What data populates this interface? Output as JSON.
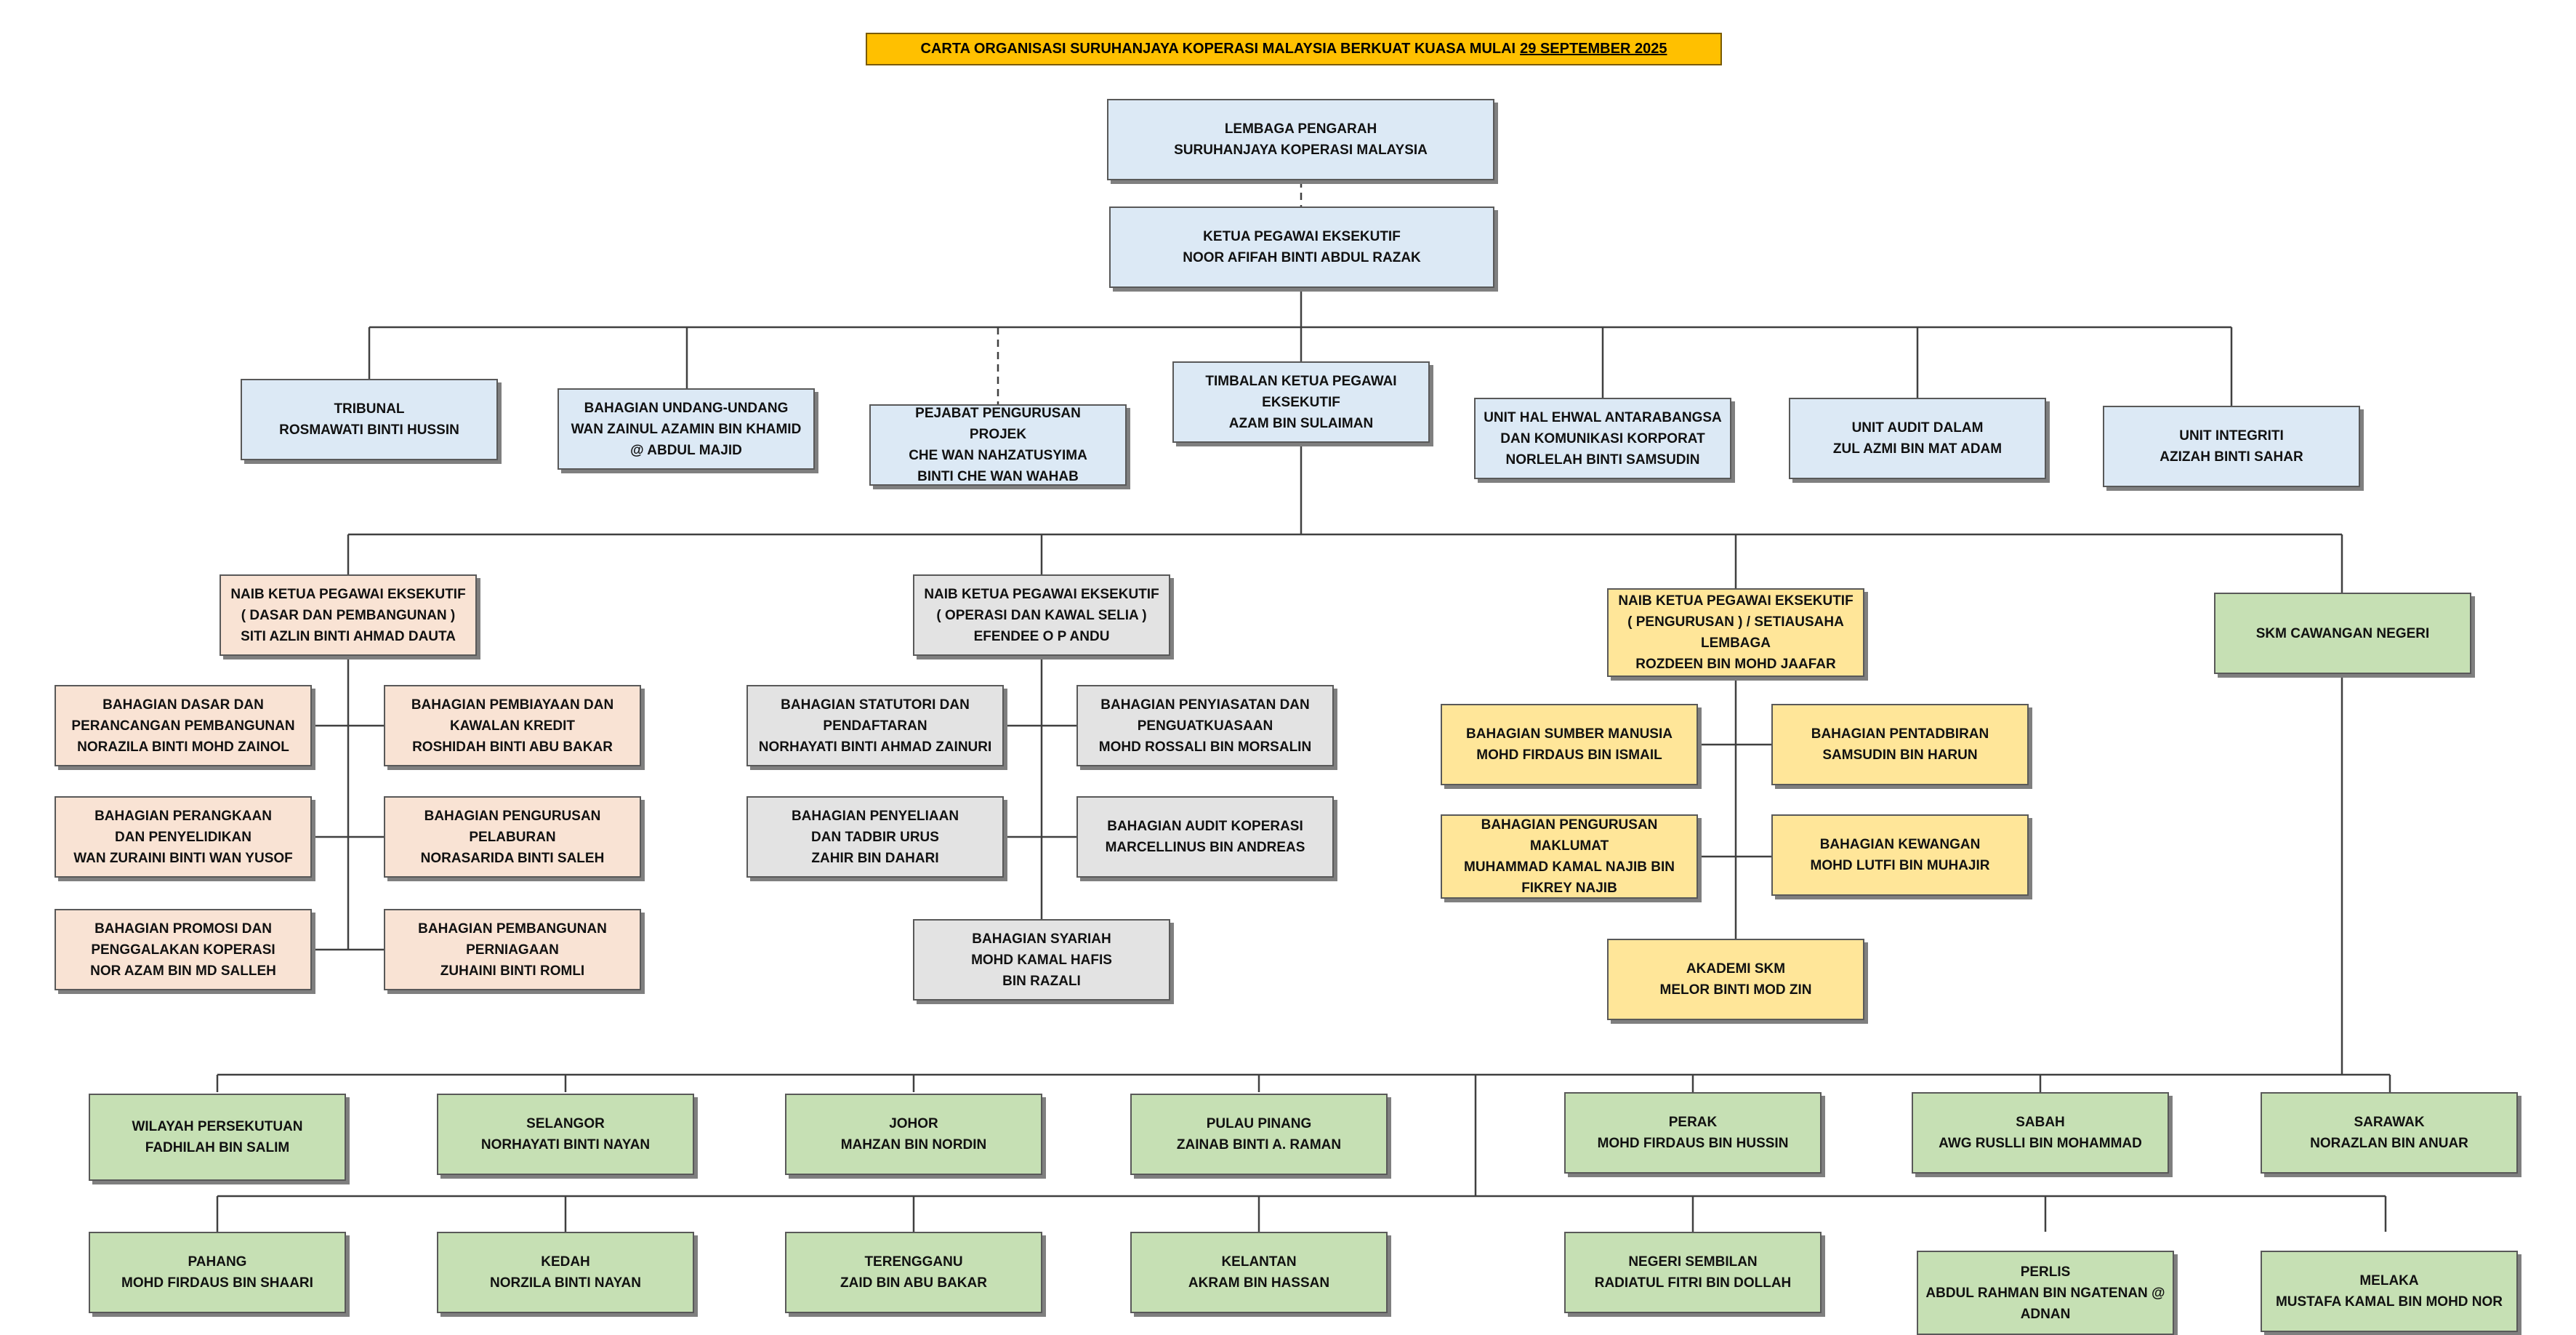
{
  "title": {
    "prefix": "CARTA ORGANISASI  SURUHANJAYA KOPERASI MALAYSIA BERKUAT KUASA MULAI",
    "date": "29 SEPTEMBER 2025"
  },
  "colors": {
    "title_fill": "#ffc000",
    "top_management": "#dce9f5",
    "dasar_pembangunan": "#f9e3d4",
    "operasi_kawal_selia": "#e3e3e3",
    "pengurusan": "#ffe699",
    "cawangan_negeri": "#c6e0b4"
  },
  "nodes": {
    "lembaga": [
      "LEMBAGA PENGARAH",
      "SURUHANJAYA KOPERASI MALAYSIA"
    ],
    "ceo": [
      "KETUA PEGAWAI EKSEKUTIF",
      "NOOR AFIFAH BINTI ABDUL RAZAK"
    ],
    "tribunal": [
      "TRIBUNAL",
      "ROSMAWATI BINTI HUSSIN"
    ],
    "undang": [
      "BAHAGIAN UNDANG-UNDANG",
      "WAN ZAINUL AZAMIN BIN KHAMID",
      "@ ABDUL MAJID"
    ],
    "projek": [
      "PEJABAT PENGURUSAN",
      "PROJEK",
      "CHE WAN NAHZATUSYIMA",
      "BINTI CHE WAN WAHAB"
    ],
    "timbalan": [
      "TIMBALAN KETUA PEGAWAI",
      "EKSEKUTIF",
      "AZAM BIN SULAIMAN"
    ],
    "ehwal": [
      "UNIT HAL EHWAL ANTARABANGSA",
      "DAN KOMUNIKASI KORPORAT",
      "NORLELAH BINTI SAMSUDIN"
    ],
    "audit_dalam": [
      "UNIT AUDIT DALAM",
      "ZUL AZMI BIN MAT ADAM"
    ],
    "integriti": [
      "UNIT INTEGRITI",
      "AZIZAH BINTI SAHAR"
    ],
    "naib_dasar": [
      "NAIB KETUA PEGAWAI EKSEKUTIF",
      "( DASAR DAN  PEMBANGUNAN )",
      "SITI AZLIN BINTI AHMAD DAUTA"
    ],
    "naib_operasi": [
      "NAIB KETUA PEGAWAI EKSEKUTIF",
      "( OPERASI DAN  KAWAL SELIA )",
      "EFENDEE O P ANDU"
    ],
    "naib_pengurusan": [
      "NAIB KETUA PEGAWAI EKSEKUTIF",
      "( PENGURUSAN ) / SETIAUSAHA",
      "LEMBAGA",
      "ROZDEEN BIN MOHD JAAFAR"
    ],
    "skm_negeri": [
      "SKM CAWANGAN NEGERI"
    ],
    "dasar_perancangan": [
      "BAHAGIAN DASAR DAN",
      "PERANCANGAN  PEMBANGUNAN",
      "NORAZILA BINTI  MOHD ZAINOL"
    ],
    "pembiayaan": [
      "BAHAGIAN PEMBIAYAAN DAN",
      "KAWALAN KREDIT",
      "ROSHIDAH BINTI ABU BAKAR"
    ],
    "perangkaan": [
      "BAHAGIAN PERANGKAAN",
      "DAN PENYELIDIKAN",
      "WAN ZURAINI BINTI WAN YUSOF"
    ],
    "pelaburan": [
      "BAHAGIAN PENGURUSAN",
      "PELABURAN",
      "NORASARIDA BINTI SALEH"
    ],
    "promosi": [
      "BAHAGIAN PROMOSI DAN",
      "PENGGALAKAN KOPERASI",
      "NOR AZAM BIN MD SALLEH"
    ],
    "perniagaan": [
      "BAHAGIAN PEMBANGUNAN",
      "PERNIAGAAN",
      "ZUHAINI BINTI ROMLI"
    ],
    "statutori": [
      "BAHAGIAN STATUTORI DAN",
      "PENDAFTARAN",
      "NORHAYATI BINTI AHMAD ZAINURI"
    ],
    "penyiasatan": [
      "BAHAGIAN PENYIASATAN DAN",
      "PENGUATKUASAAN",
      "MOHD ROSSALI BIN MORSALIN"
    ],
    "penyeliaan": [
      "BAHAGIAN PENYELIAAN",
      "DAN TADBIR URUS",
      "ZAHIR BIN DAHARI"
    ],
    "audit_koperasi": [
      "BAHAGIAN AUDIT KOPERASI",
      "MARCELLINUS BIN ANDREAS"
    ],
    "syariah": [
      "BAHAGIAN SYARIAH",
      "MOHD KAMAL HAFIS",
      "BIN RAZALI"
    ],
    "sumber_manusia": [
      "BAHAGIAN SUMBER MANUSIA",
      "MOHD FIRDAUS BIN ISMAIL"
    ],
    "pentadbiran": [
      "BAHAGIAN PENTADBIRAN",
      "SAMSUDIN BIN HARUN"
    ],
    "maklumat": [
      "BAHAGIAN PENGURUSAN",
      "MAKLUMAT",
      "MUHAMMAD KAMAL NAJIB BIN",
      "FIKREY NAJIB"
    ],
    "kewangan": [
      "BAHAGIAN KEWANGAN",
      "MOHD LUTFI BIN MUHAJIR"
    ],
    "akademi": [
      "AKADEMI SKM",
      "MELOR BINTI MOD ZIN"
    ],
    "wp": [
      "WILAYAH PERSEKUTUAN",
      "FADHILAH BIN SALIM"
    ],
    "selangor": [
      "SELANGOR",
      "NORHAYATI BINTI NAYAN"
    ],
    "johor": [
      "JOHOR",
      "MAHZAN BIN NORDIN"
    ],
    "pinang": [
      "PULAU PINANG",
      "ZAINAB BINTI A. RAMAN"
    ],
    "perak": [
      "PERAK",
      "MOHD FIRDAUS BIN HUSSIN"
    ],
    "sabah": [
      "SABAH",
      "AWG RUSLLI BIN MOHAMMAD"
    ],
    "sarawak": [
      "SARAWAK",
      "NORAZLAN BIN ANUAR"
    ],
    "pahang": [
      "PAHANG",
      "MOHD FIRDAUS BIN SHAARI"
    ],
    "kedah": [
      "KEDAH",
      "NORZILA BINTI NAYAN"
    ],
    "terengganu": [
      "TERENGGANU",
      "ZAID BIN ABU BAKAR"
    ],
    "kelantan": [
      "KELANTAN",
      "AKRAM BIN HASSAN"
    ],
    "nsembilan": [
      "NEGERI SEMBILAN",
      "RADIATUL FITRI BIN DOLLAH"
    ],
    "perlis": [
      "PERLIS",
      "ABDUL RAHMAN BIN NGATENAN @",
      "ADNAN"
    ],
    "melaka": [
      "MELAKA",
      "MUSTAFA KAMAL BIN MOHD NOR"
    ]
  }
}
